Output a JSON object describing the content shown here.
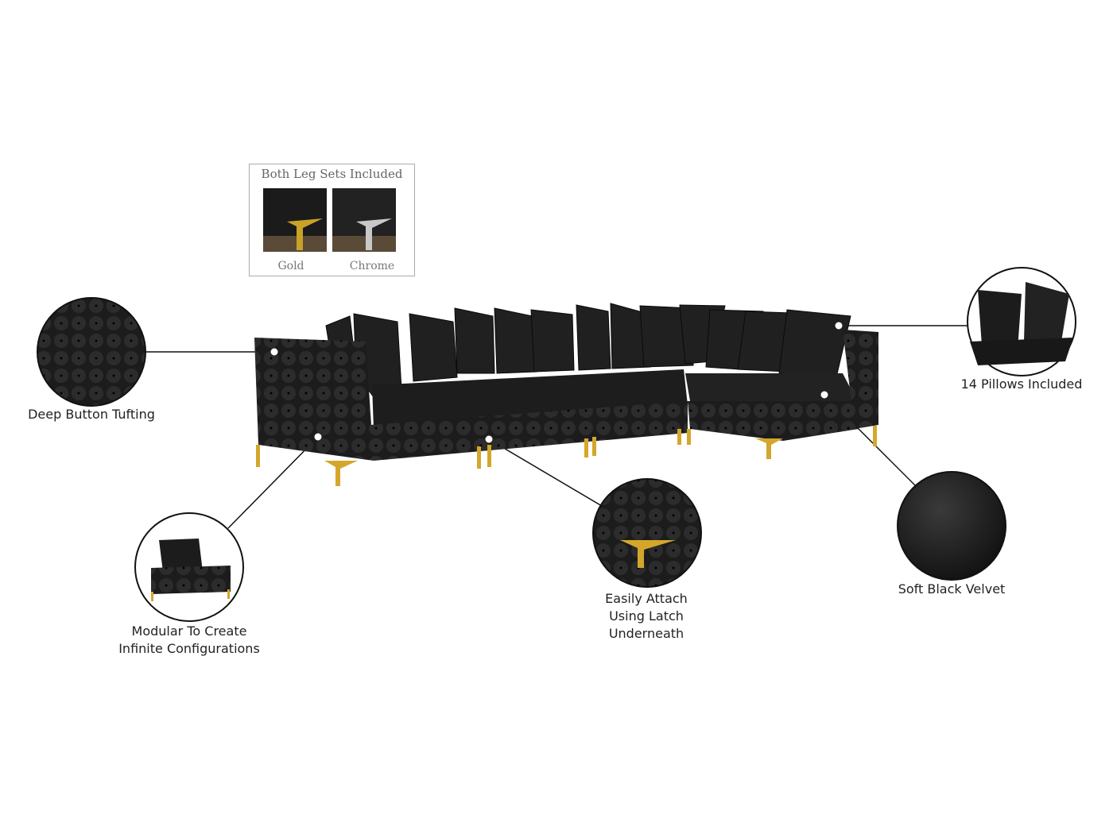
{
  "leg_sets": {
    "title": "Both Leg Sets Included",
    "options": [
      {
        "label": "Gold",
        "color": "#c9a227"
      },
      {
        "label": "Chrome",
        "color": "#c8c8c8"
      }
    ]
  },
  "callouts": {
    "tufting": "Deep Button Tufting",
    "pillows": "14 Pillows Included",
    "velvet": "Soft Black Velvet",
    "latch": [
      "Easily Attach",
      "Using Latch",
      "Underneath"
    ],
    "modular": [
      "Modular To Create",
      "Infinite Configurations"
    ]
  },
  "colors": {
    "upholstery": "#1a1a1a",
    "legs": "#d4a72c",
    "line": "#111111"
  }
}
